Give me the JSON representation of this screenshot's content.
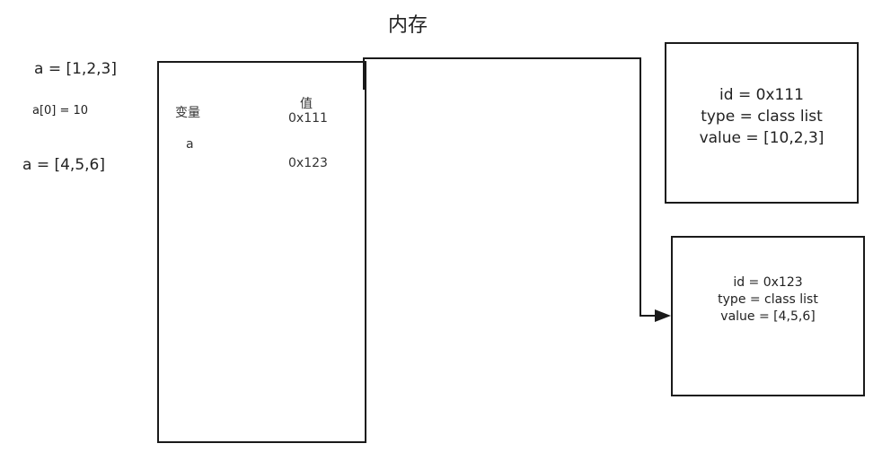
{
  "title": "内存",
  "code": {
    "line1": "a = [1,2,3]",
    "line2": "a[0] = 10",
    "line3": "a = [4,5,6]"
  },
  "stack_table": {
    "header_variable": "变量",
    "header_value": "值",
    "value_old": "0x111",
    "variable": "a",
    "value_new": "0x123"
  },
  "objects": [
    {
      "id": "id = 0x111",
      "type": "type = class list",
      "value": "value = [10,2,3]"
    },
    {
      "id": "id = 0x123",
      "type": "type = class list",
      "value": "value = [4,5,6]"
    }
  ],
  "colors": {
    "stroke": "#1a1a1a",
    "background": "#ffffff"
  }
}
